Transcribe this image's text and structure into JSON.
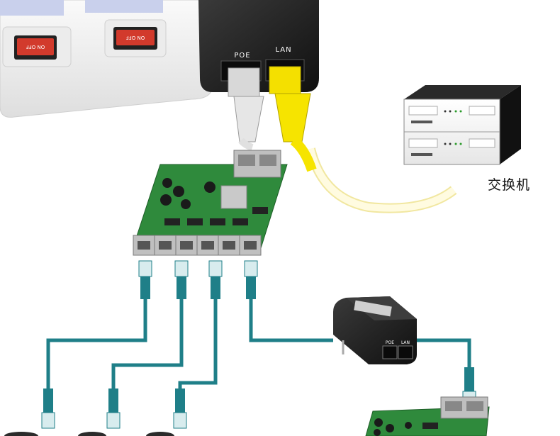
{
  "labels": {
    "poe_port": "POE",
    "lan_port": "LAN",
    "switch_caption": "交换机",
    "small_poe_port": "POE",
    "small_lan_port": "LAN"
  },
  "outlet_switch_text": "ON OFF",
  "colors": {
    "cable_teal": "#1f7f88",
    "cable_yellow": "#f6e400",
    "cable_gray": "#e2e2e2",
    "pcb_green": "#2f8a3c",
    "injector_body": "#1e1e1e",
    "outlet_red": "#d23a2c"
  },
  "icons": [
    "power-strip-icon",
    "poe-injector-icon",
    "network-switch-icon",
    "pcb-board-icon",
    "rj45-plug-icon"
  ]
}
